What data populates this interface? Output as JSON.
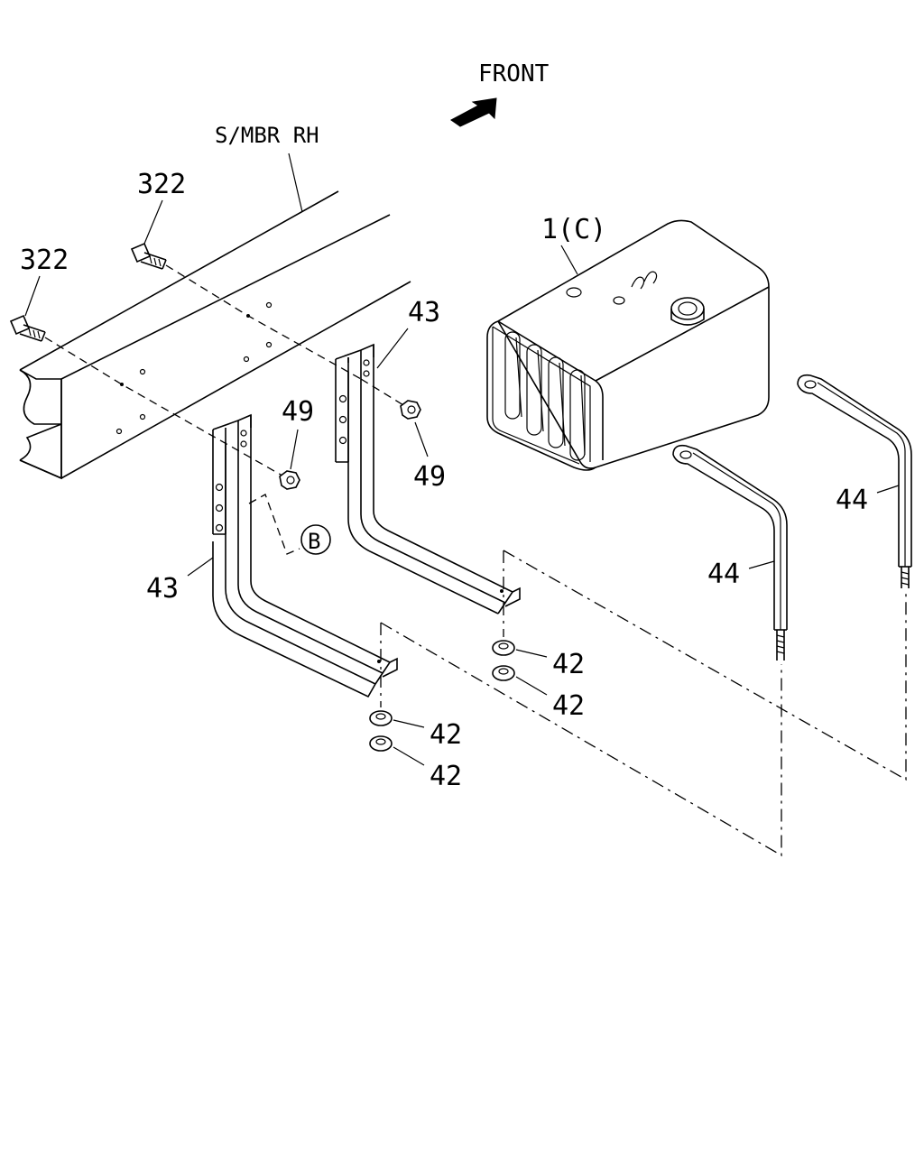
{
  "labels": {
    "front": "FRONT",
    "side_member": "S/MBR RH",
    "bolt_upper": "322",
    "bolt_lower": "322",
    "fuel_tank": "1(C)",
    "bracket_rear": "43",
    "bracket_front": "43",
    "nut_upper_left": "49",
    "nut_upper_right": "49",
    "ref_b": "B",
    "band_rear": "44",
    "band_front": "44",
    "nut_1": "42",
    "nut_2": "42",
    "nut_3": "42",
    "nut_4": "42"
  },
  "colors": {
    "line": "#000000",
    "background": "#ffffff"
  },
  "icons": {
    "front_arrow": "front-direction-arrow-icon"
  }
}
